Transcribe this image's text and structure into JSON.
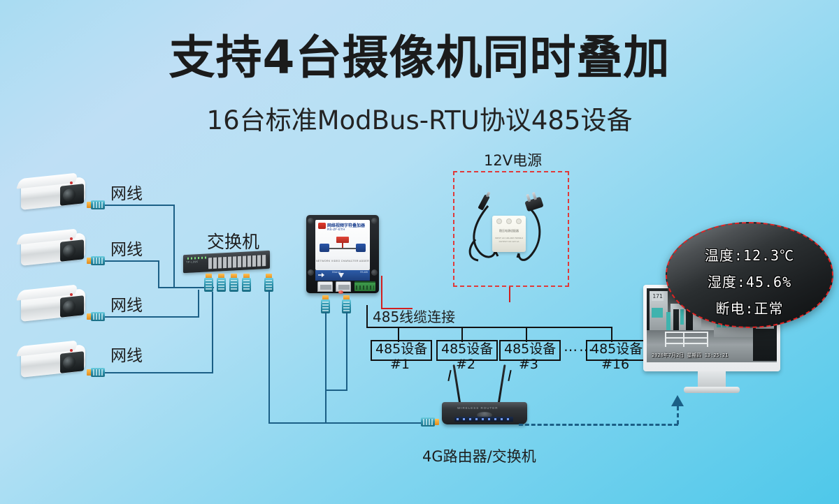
{
  "page": {
    "title": "支持4台摄像机同时叠加",
    "subtitle": "16台标准ModBus-RTU协议485设备",
    "background_top": "#bfdff5",
    "background_bottom": "#4ec8ea",
    "line_color": "#1b5f86",
    "accent_red": "#e02222"
  },
  "cameras": {
    "count": 4,
    "cable_labels": [
      "网线",
      "网线",
      "网线",
      "网线"
    ]
  },
  "switch": {
    "label": "交换机",
    "brand_text": "TP-LINK",
    "model_text": "TL-SG1024 24 port gigabit switch"
  },
  "module": {
    "title_cn": "网络视频字符叠加器",
    "model": "RS-ZF-ETH",
    "caption_en": "NETWORK VIDEO CHARACTER ADDER",
    "port_labels": {
      "video": "Video",
      "ethernet": "Ethernet",
      "rs485": "RS-485",
      "power": "DC12-24V"
    },
    "lan_port_labels": [
      "VIDEO",
      "VIDEO"
    ]
  },
  "power_supply": {
    "label": "12V电源",
    "brick_title": "稳压电源适配器",
    "brick_spec": "INPUT: AC 100-240V 50/60Hz\nOUTPUT: DC 12V 1A"
  },
  "rs485": {
    "bus_label": "485线缆连接",
    "devices": [
      {
        "name": "485设备",
        "num": "#1"
      },
      {
        "name": "485设备",
        "num": "#2"
      },
      {
        "name": "485设备",
        "num": "#3"
      },
      {
        "name": "485设备",
        "num": "#16"
      }
    ],
    "ellipsis": "⋯⋯"
  },
  "router": {
    "label": "4G路由器/交换机",
    "body_text": "WIRELESS ROUTER"
  },
  "monitor": {
    "channel": "171",
    "timestamp": "2020年7月2日  星期四  13:25:21"
  },
  "magnifier": {
    "lines": [
      "温度:12.3℃",
      "湿度:45.6%",
      "断电:正常"
    ]
  }
}
